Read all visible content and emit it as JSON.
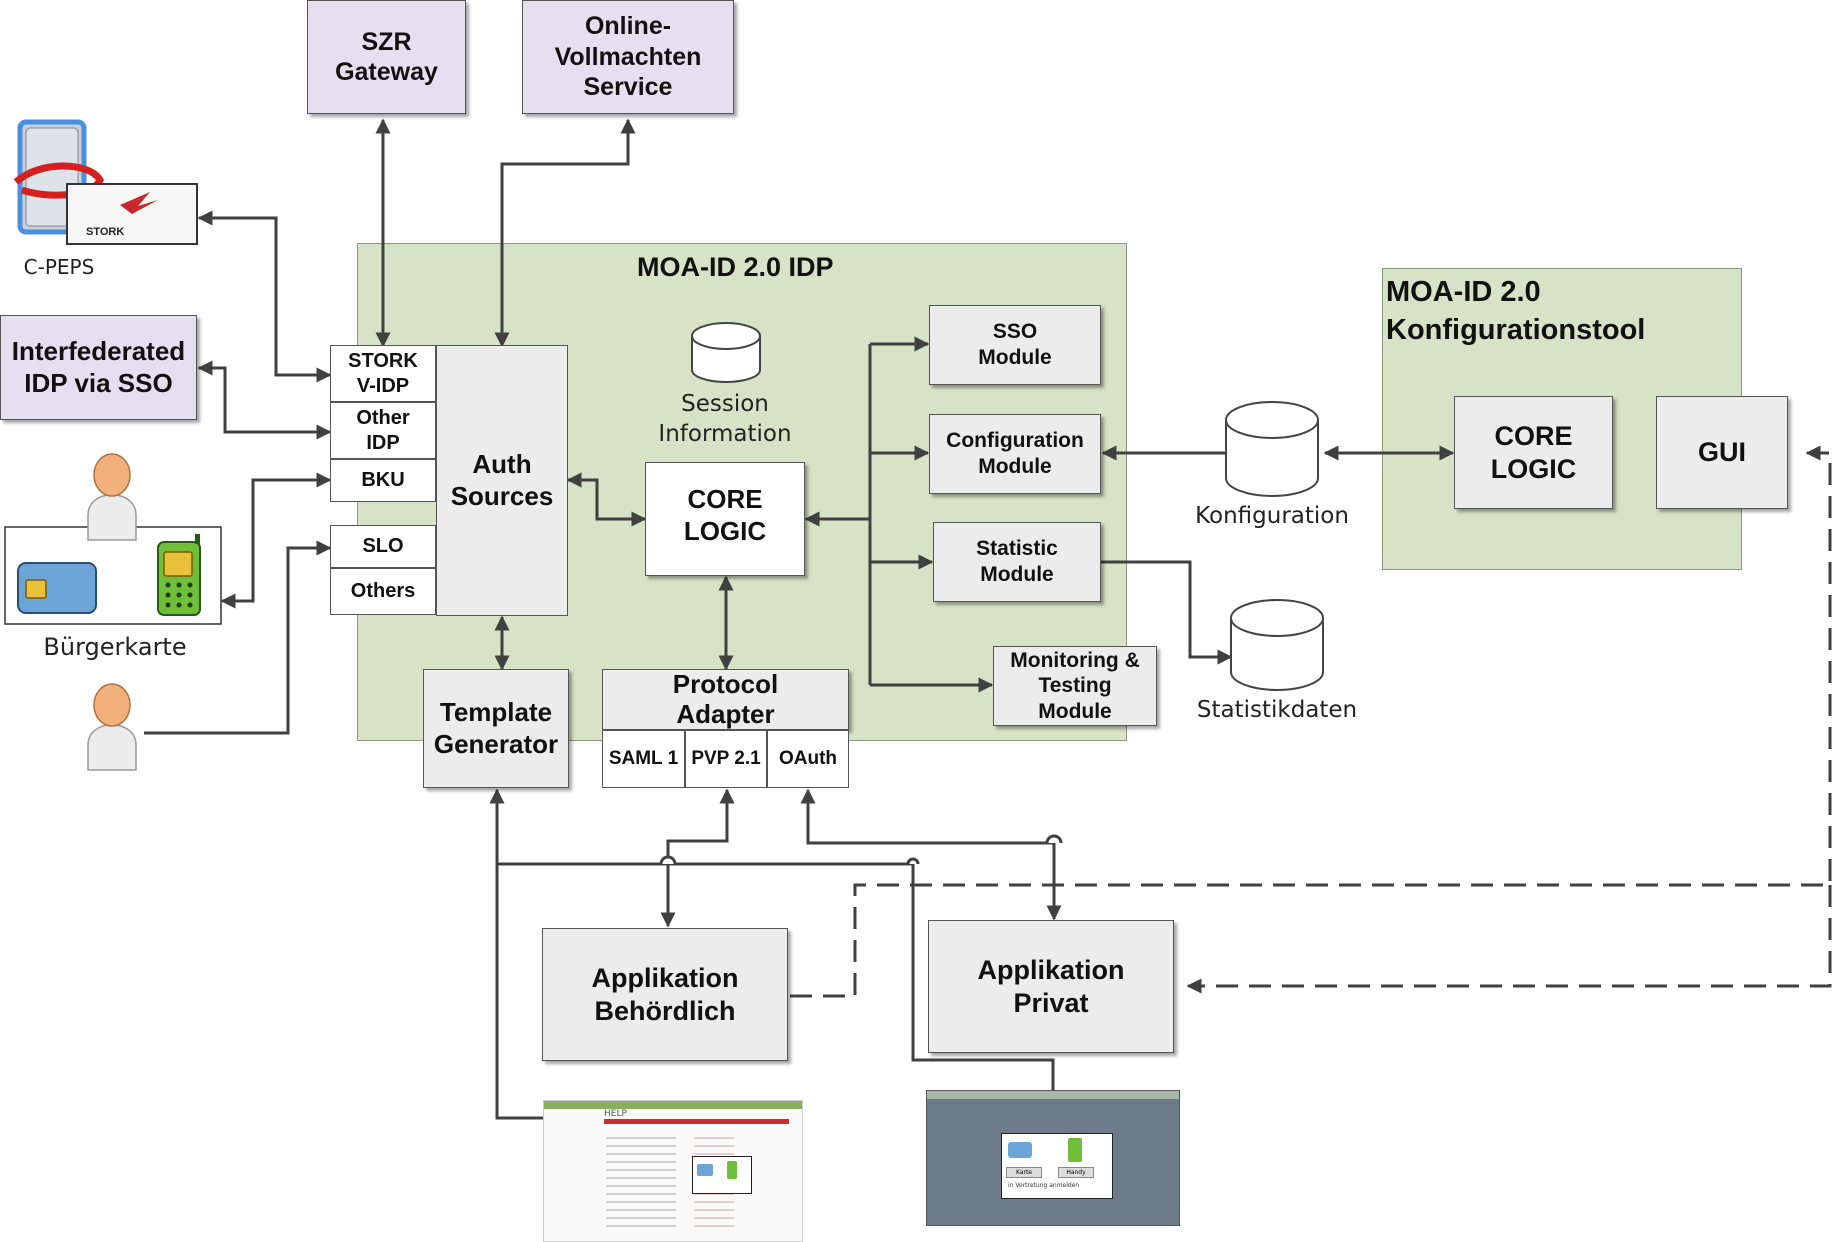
{
  "external": {
    "szr_gateway": "SZR\nGateway",
    "online_vollmachten": "Online-\nVollmachten\nService",
    "interfederated": "Interfederated\nIDP via SSO",
    "cpeps_label": "C-PEPS",
    "stork_logo_text": "STORK",
    "buergerkarte_label": "Bürgerkarte"
  },
  "idp": {
    "title": "MOA-ID 2.0 IDP",
    "stork_vidp": "STORK\nV-IDP",
    "other_idp": "Other\nIDP",
    "bku": "BKU",
    "slo": "SLO",
    "others": "Others",
    "auth_sources": "Auth\nSources",
    "session_information": "Session\nInformation",
    "core_logic": "CORE\nLOGIC",
    "sso_module": "SSO\nModule",
    "configuration_module": "Configuration\nModule",
    "statistic_module": "Statistic\nModule",
    "monitoring_module": "Monitoring &\nTesting\nModule",
    "template_generator": "Template\nGenerator",
    "protocol_adapter": "Protocol\nAdapter",
    "protocols": [
      "SAML 1",
      "PVP 2.1",
      "OAuth"
    ]
  },
  "storage": {
    "konfiguration": "Konfiguration",
    "statistikdaten": "Statistikdaten"
  },
  "konfigtool": {
    "title": "MOA-ID 2.0\nKonfigurationstool",
    "core_logic": "CORE\nLOGIC",
    "gui": "GUI"
  },
  "applications": {
    "behoerdlich": "Applikation\nBehördlich",
    "privat": "Applikation\nPrivat"
  },
  "screenshots": {
    "left_header": "HELP",
    "right_karte": "Karte",
    "right_handy": "Handy",
    "right_vertretung": "in Vertretung anmelden"
  },
  "colors": {
    "external_box": "#e4e0f0",
    "idp_region": "#d6e3c6",
    "module_box": "#ececec",
    "arrow": "#404040"
  }
}
